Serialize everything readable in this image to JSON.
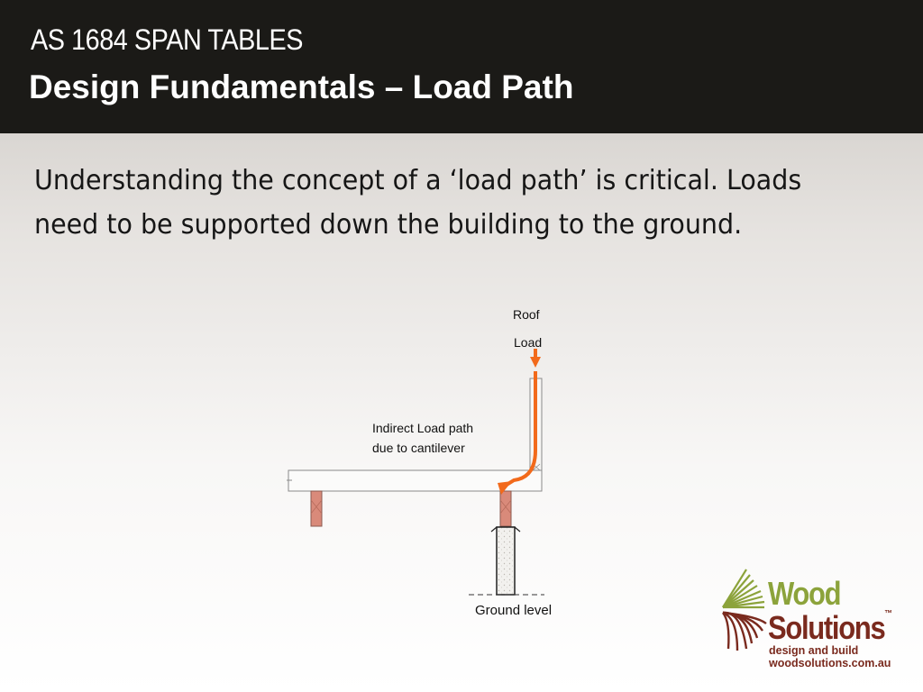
{
  "header": {
    "title_line1": "AS 1684 SPAN TABLES",
    "title_line2": "Design Fundamentals – Load Path"
  },
  "body": {
    "paragraph": "Understanding the concept of a ‘load path’ is critical. Loads need to be supported down the building to the ground."
  },
  "diagram": {
    "roof_load_label_line1": "Roof",
    "roof_load_label_line2": "Load",
    "indirect_label_line1": "Indirect Load path",
    "indirect_label_line2": "due to cantilever",
    "ground_label": "Ground level",
    "arrow_color": "#f26a1b",
    "timber_color": "#d98a7a"
  },
  "logo": {
    "word1": "Wood",
    "word2": "Solutions",
    "trademark": "™",
    "tagline": "design and build",
    "url": "woodsolutions.com.au",
    "green": "#8ca33b",
    "maroon": "#7a2a1e"
  }
}
